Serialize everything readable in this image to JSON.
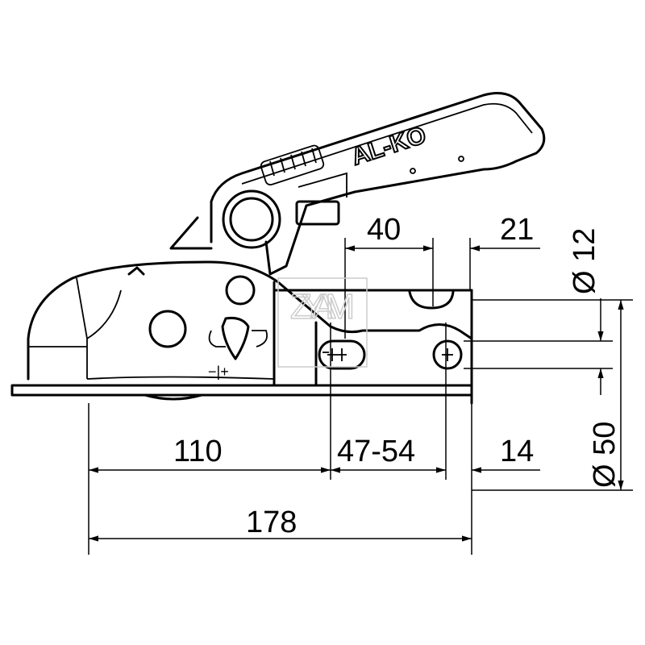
{
  "brand_logo": "AL-KO",
  "watermark": "ZYAM",
  "dimensions": {
    "hole_spacing_top": "40",
    "right_offset_top": "21",
    "bolt_diameter": "Ø 12",
    "ball_diameter": "Ø 50",
    "front_length": "110",
    "hole_range": "47-54",
    "rear_offset": "14",
    "total_length": "178"
  },
  "wear_indicator": "−|+"
}
